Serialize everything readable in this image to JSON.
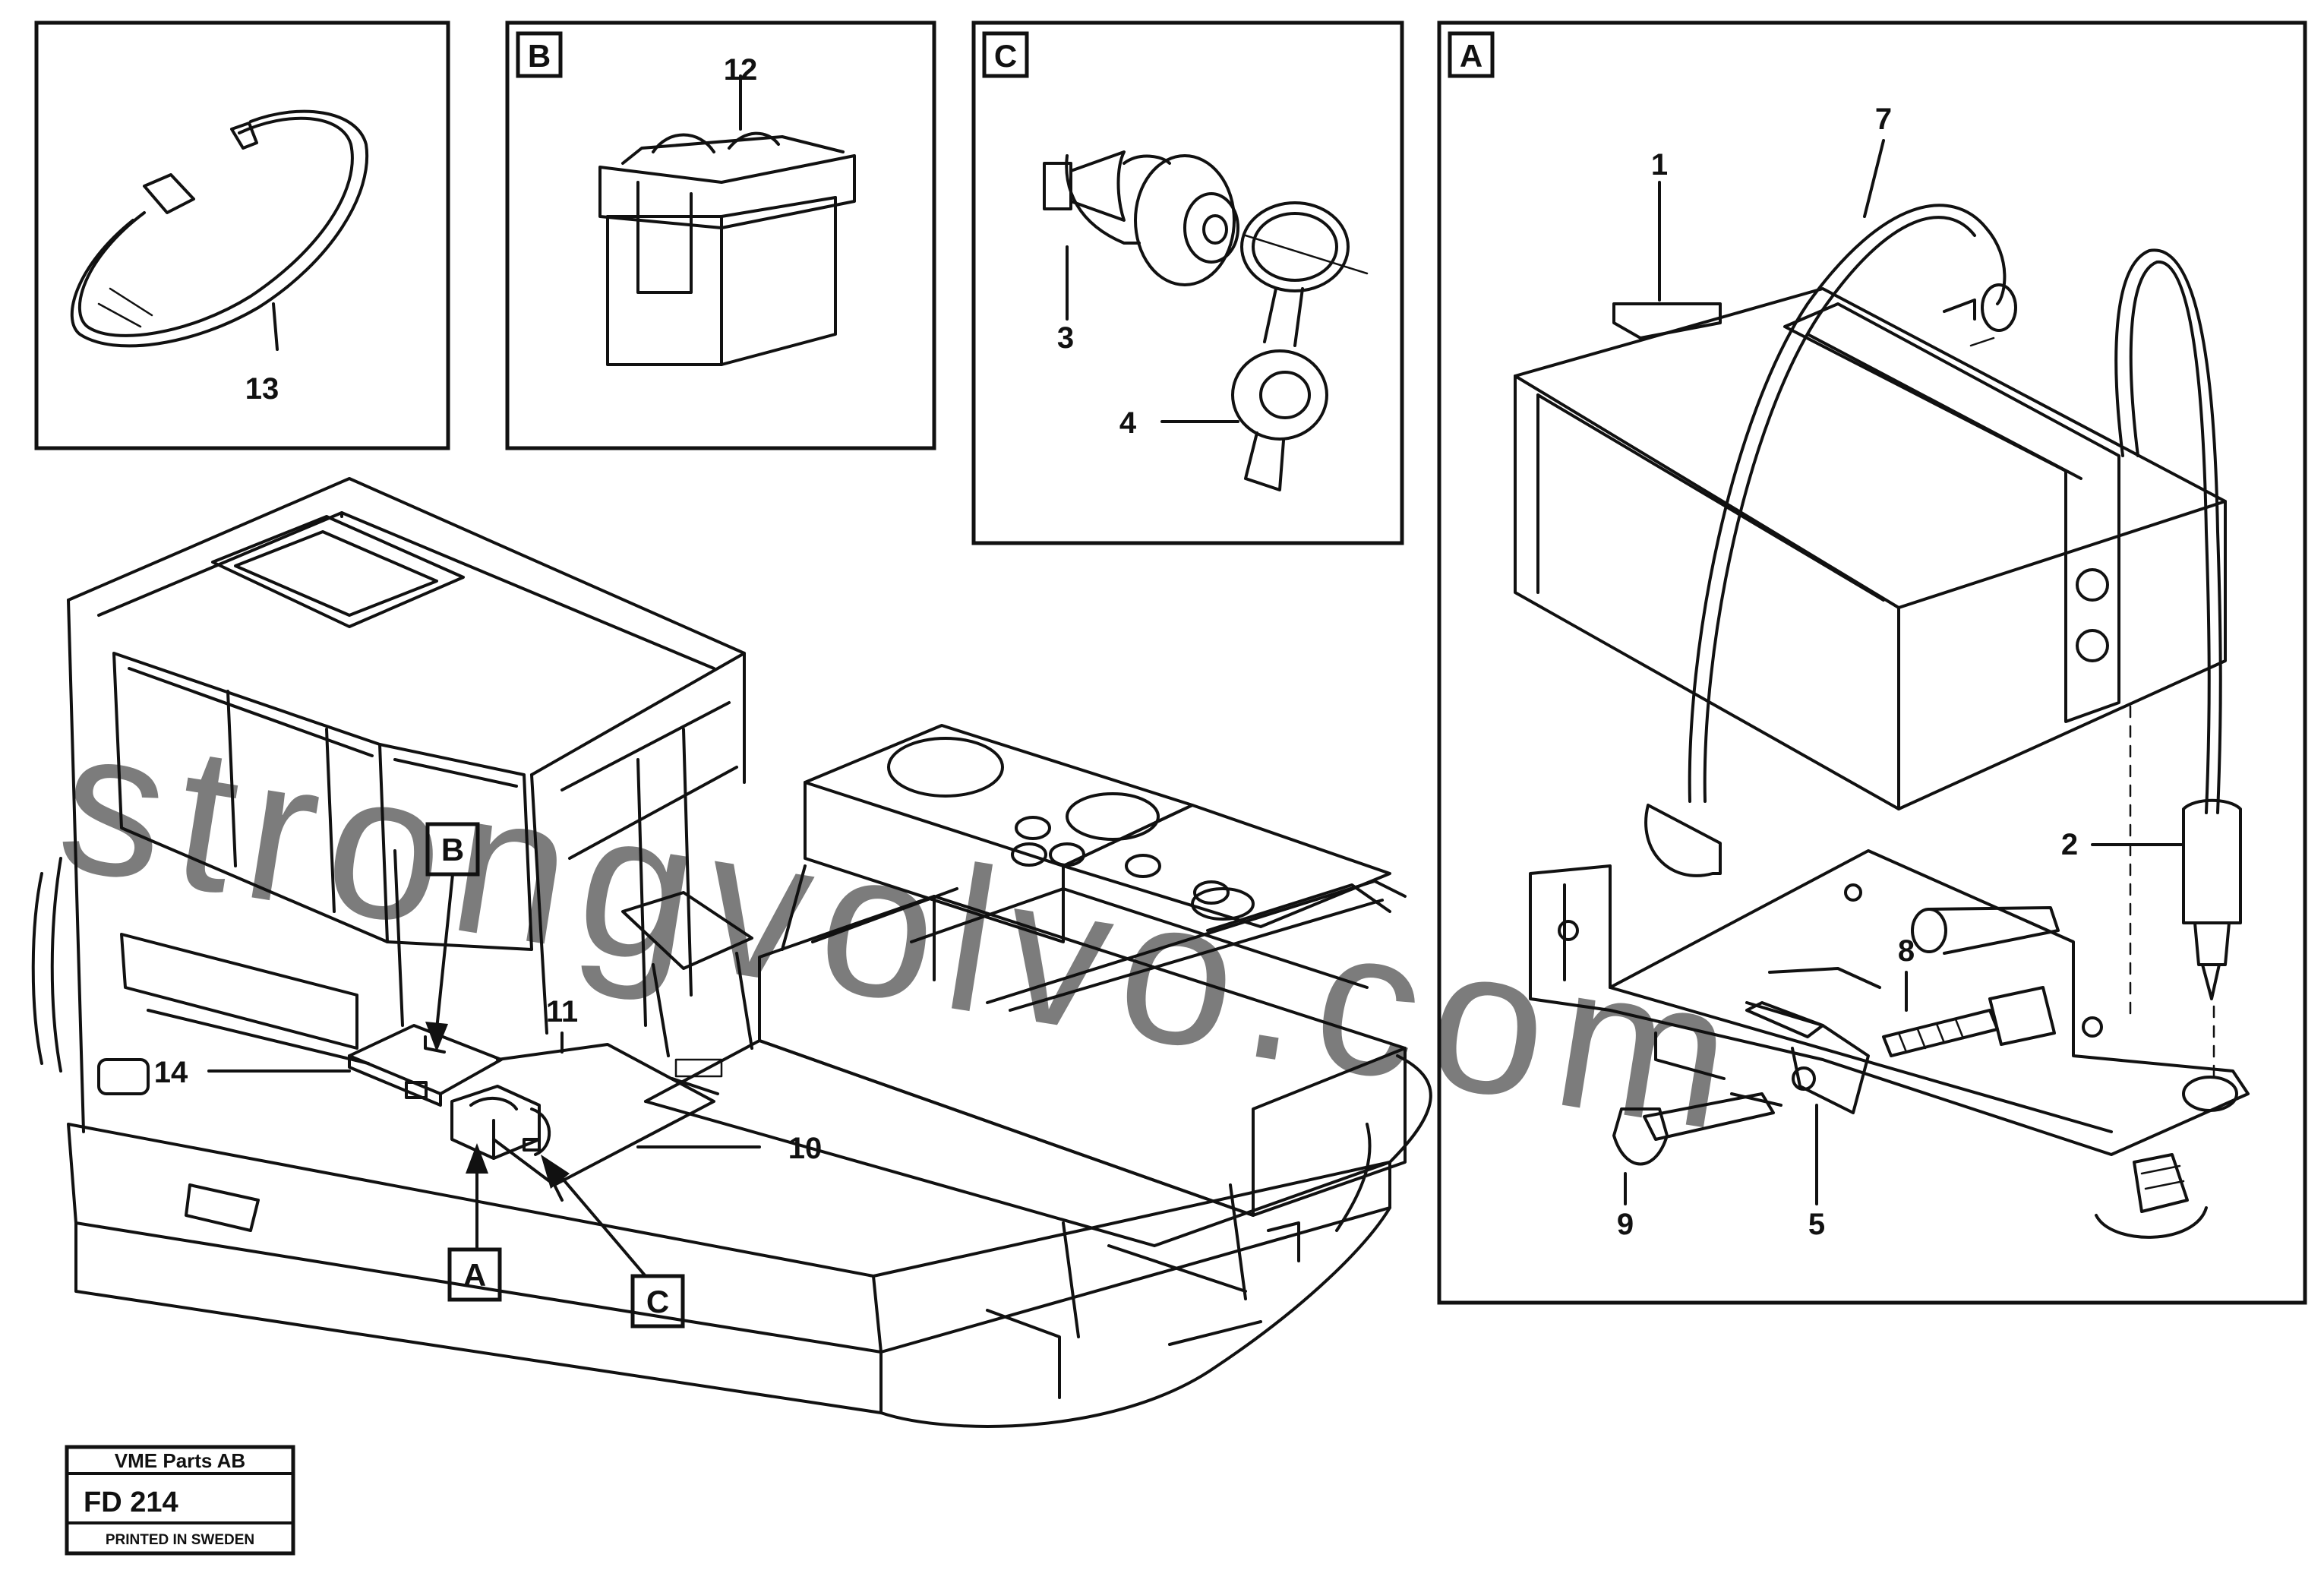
{
  "part_labels": {
    "p1": "1",
    "p2": "2",
    "p3": "3",
    "p4": "4",
    "p5": "5",
    "p7": "7",
    "p8": "8",
    "p9": "9",
    "p10": "10",
    "p11": "11",
    "p12": "12",
    "p13": "13",
    "p14": "14"
  },
  "detail_boxes": {
    "a": "A",
    "b": "B",
    "c": "C"
  },
  "callouts": {
    "a": "A",
    "b": "B",
    "c": "C"
  },
  "watermark": "strongvolvo.com",
  "title_block": {
    "company": "VME Parts AB",
    "figure_code": "FD 214",
    "footer": "PRINTED IN SWEDEN"
  }
}
